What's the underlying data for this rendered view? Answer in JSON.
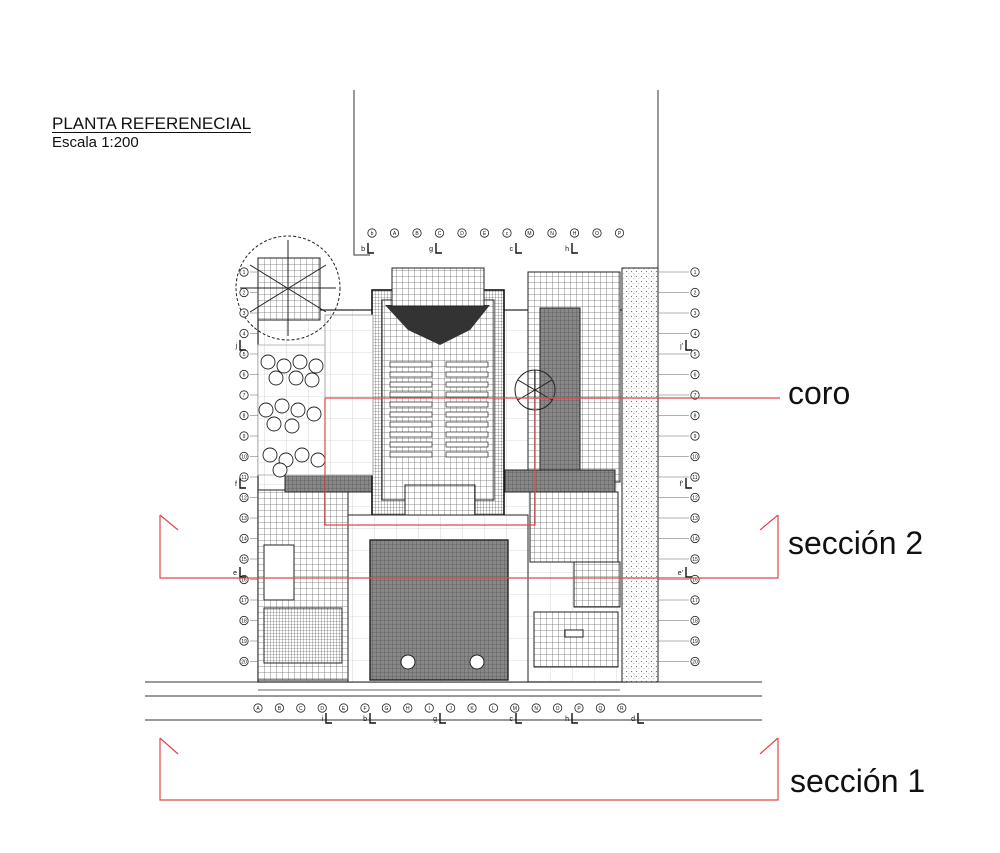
{
  "title": "PLANTA REFERENECIAL",
  "scale": "Escala 1:200",
  "labels": {
    "coro": "coro",
    "seccion2": "sección 2",
    "seccion1": "sección 1"
  },
  "grid_top": [
    "b",
    "A",
    "B",
    "C",
    "D",
    "E",
    "c",
    "M",
    "N",
    "H",
    "O",
    "P"
  ],
  "grid_top_marks": [
    "g",
    "b",
    "c",
    "h"
  ],
  "grid_bottom": [
    "A",
    "B",
    "C",
    "D",
    "E",
    "F",
    "G",
    "H",
    "I",
    "J",
    "K",
    "L",
    "M",
    "N",
    "O",
    "P",
    "Q",
    "R"
  ],
  "grid_bottom_marks": [
    "i",
    "b",
    "g",
    "c",
    "h",
    "d"
  ],
  "grid_side": [
    "1",
    "2",
    "3",
    "4",
    "5",
    "6",
    "7",
    "8",
    "9",
    "10",
    "11",
    "12",
    "13",
    "14",
    "15",
    "16",
    "17",
    "18",
    "19",
    "20"
  ],
  "grid_side_marks_left": [
    "j",
    "f",
    "e"
  ],
  "grid_side_marks_right": [
    "j'",
    "f'",
    "e'"
  ],
  "colors": {
    "line": "#222222",
    "hatch": "#555555",
    "section": "#e0474c",
    "bg": "#ffffff"
  }
}
